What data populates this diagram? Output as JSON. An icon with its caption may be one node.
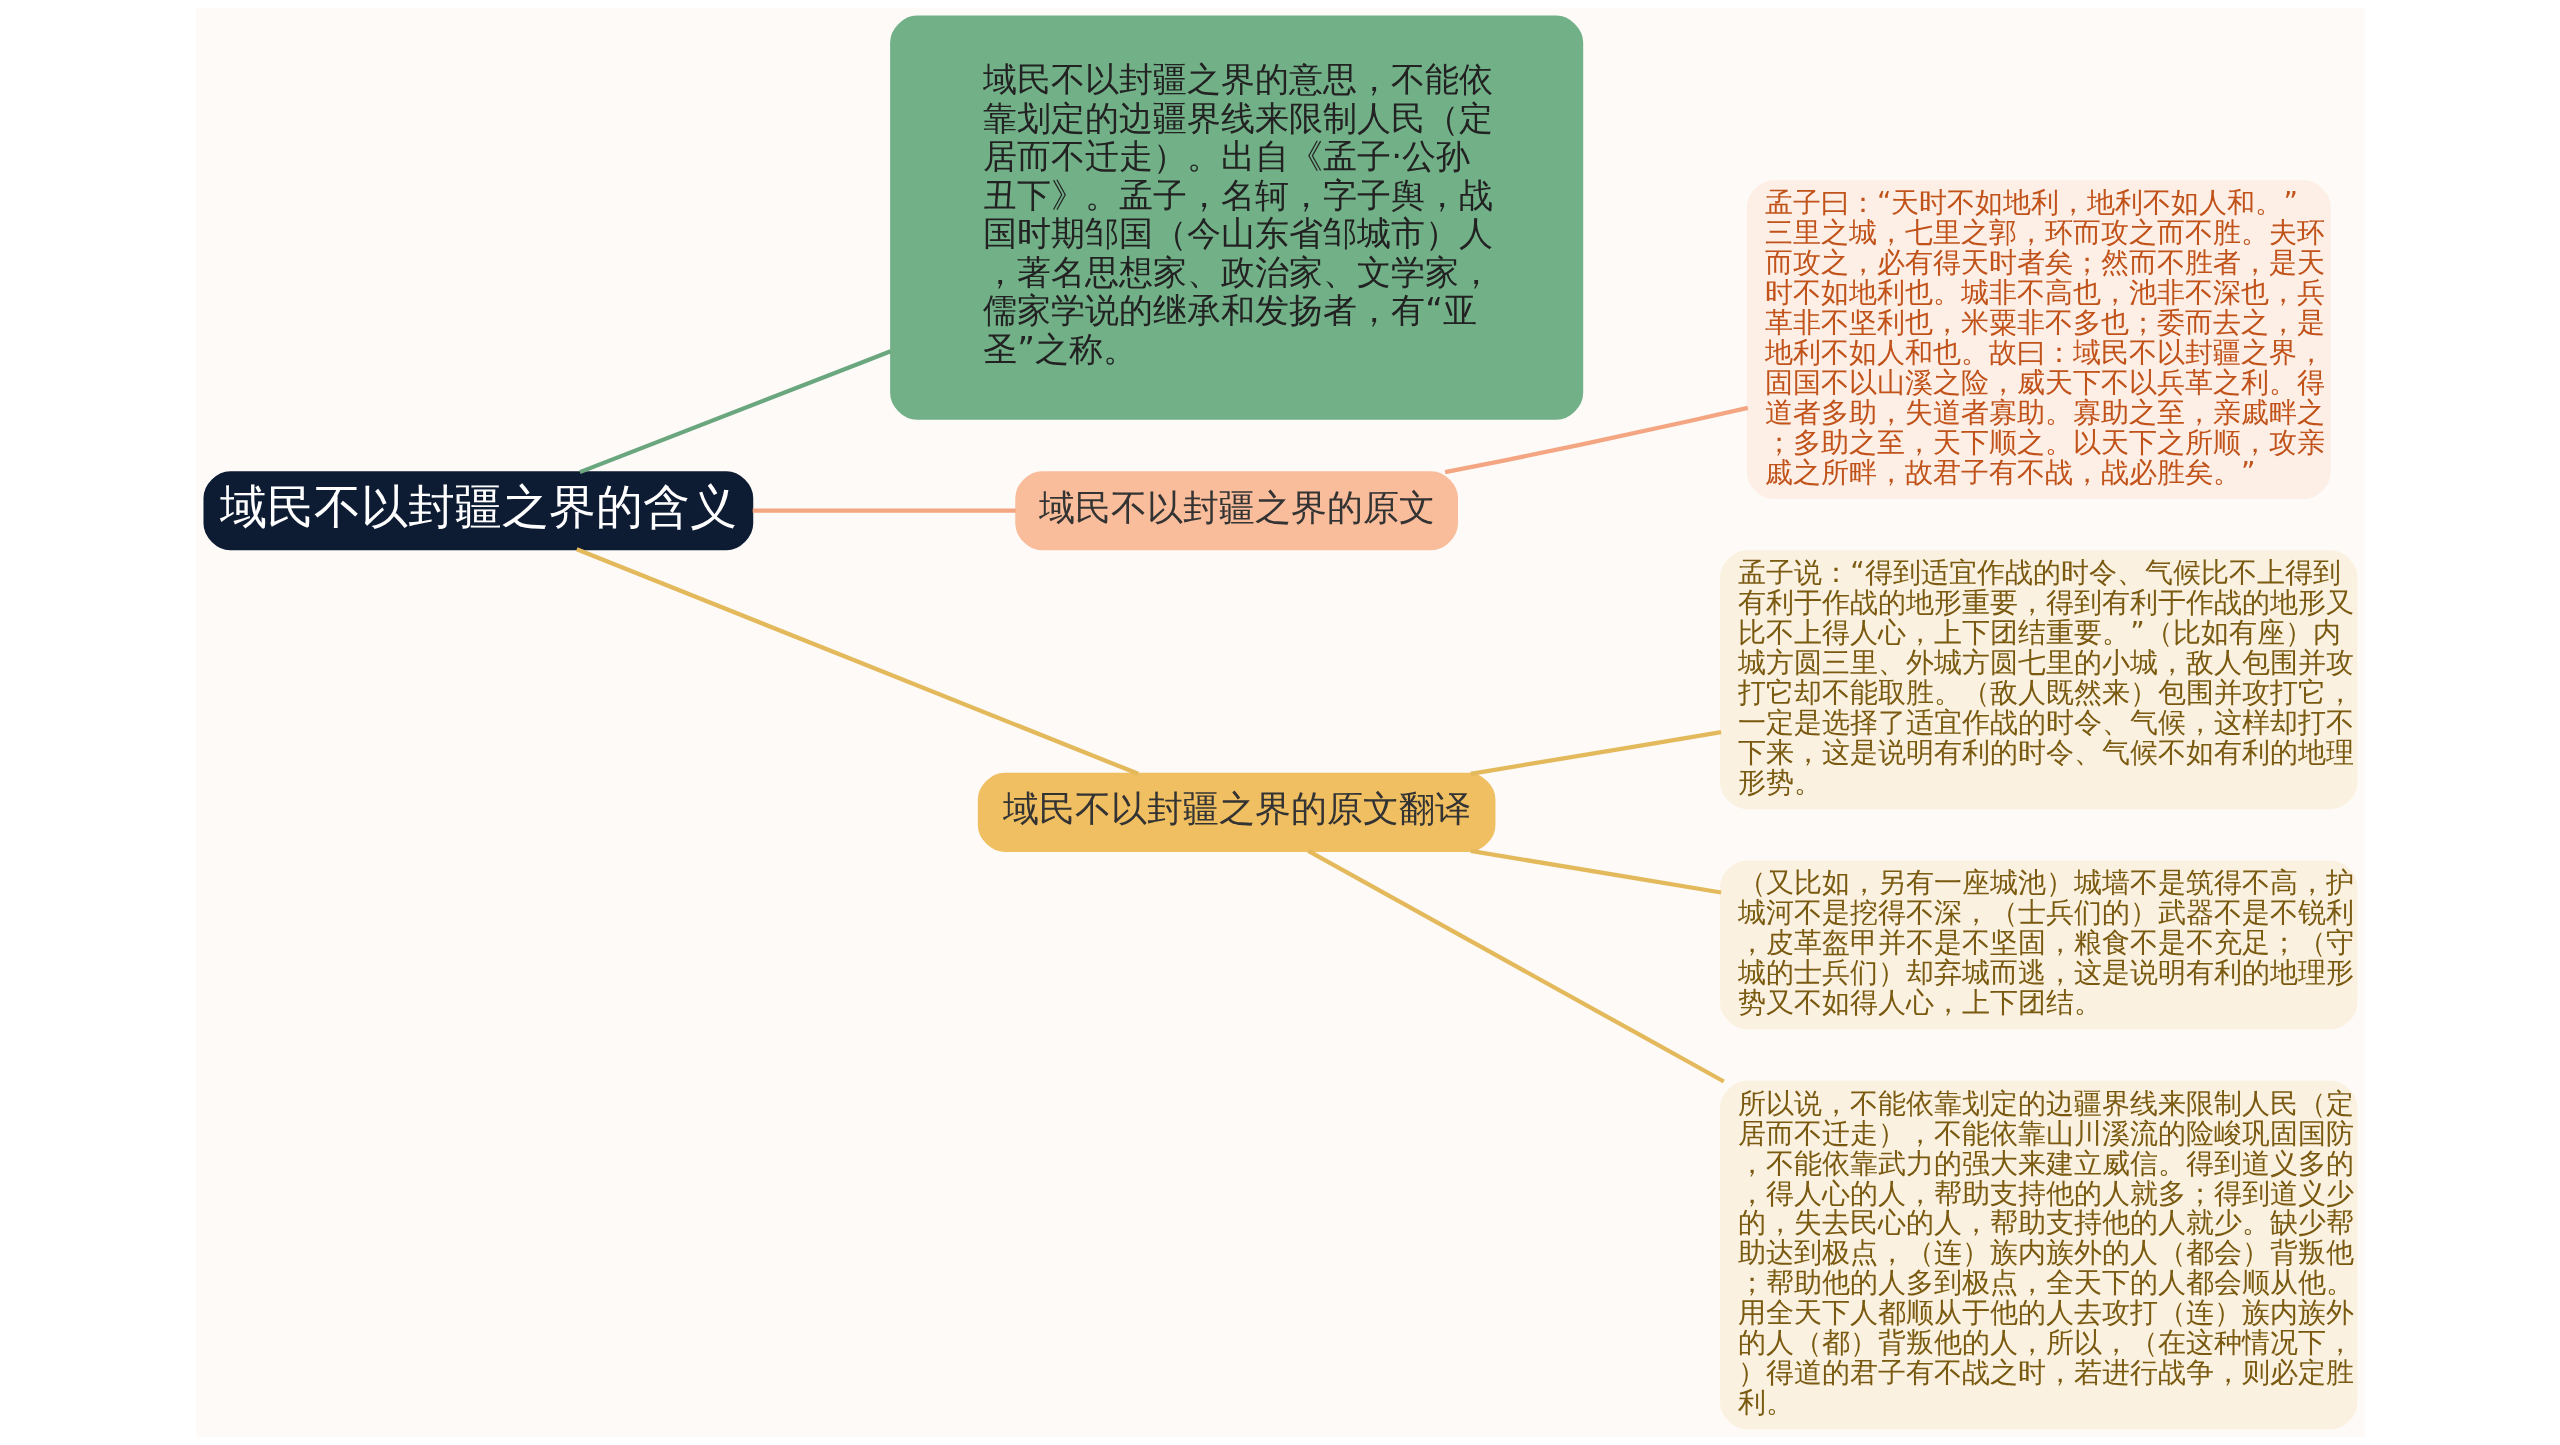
{
  "diagram": {
    "nodes": [
      {
        "text": [
          "域民不以封疆之界的含义"
        ]
      },
      {
        "text": [
          "域民不以封疆之界的意思，不能依靠划定的边疆界线来限制人民（定居而不迁走）。出自《孟子·公孙丑下》。孟子，名轲，字子舆，战国时期邹国（今山东省邹城市）人，著名思想家、政治家、文学家，儒家学说的继承和发扬者，有“亚圣”之称。"
        ]
      },
      {
        "text": [
          "域民不以封疆之界的原文"
        ]
      },
      {
        "text": [
          "孟子曰：“天时不如地利，地利不如人和。”三里之城，七里之郭，环而攻之而不胜。夫环而攻之，必有得天时者矣；然而不胜者，是天时不如地利也。城非不高也，池非不深也，兵革非不坚利也，米粟非不多也；委而去之，是地利不如人和也。故曰：域民不以封疆之界，固国不以山溪之险，威天下不以兵革之利。得道者多助，失道者寡助。寡助之至，亲戚畔之；多助之至，天下顺之。以天下之所顺，攻亲戚之所畔，故君子有不战，战必胜矣。”"
        ]
      },
      {
        "text": [
          "域民不以封疆之界的原文翻译"
        ]
      },
      {
        "text": [
          "孟子说：“得到适宜作战的时令、气候比不上得到有利于作战的地形重要，得到有利于作战的地形又比不上得人心，上下团结重要。”（比如有座）内城方圆三里、外城方圆七里的小城，敌人包围并攻打它却不能取胜。（敌人既然来）包围并攻打它，一定是选择了适宜作战的时令、气候，这样却打不下来，这是说明有利的时令、气候不如有利的地理形势。"
        ]
      },
      {
        "text": [
          "（又比如，另有一座城池）城墙不是筑得不高，护城河不是挖得不深，（士兵们的）武器不是不锐利，皮革盔甲并不是不坚固，粮食不是不充足；（守城的士兵们）却弃城而逃，这是说明有利的地理形势又不如得人心，上下团结。"
        ]
      },
      {
        "text": [
          "所以说，不能依靠划定的边疆界线来限制人民（定居而不迁走），不能依靠山川溪流的险峻巩固国防，不能依靠武力的强大来建立威信。得到道义多的，得人心的人，帮助支持他的人就多；得到道义少的，失去民心的人，帮助支持他的人就少。缺少帮助达到极点，（连）族内族外的人（都会）背叛他；帮助他的人多到极点，全天下的人都会顺从他。用全天下人都顺从于他的人去攻打（连）族内族外的人（都）背叛他的人，所以，（在这种情况下，）得道的君子有不战之时，若进行战争，则必定胜利。"
        ]
      }
    ],
    "edges": [
      {
        "from": 0,
        "to": 1,
        "arrow": "none",
        "color": "#6aa67e"
      },
      {
        "from": 0,
        "to": 2,
        "arrow": "none",
        "color": "#f4a582"
      },
      {
        "from": 2,
        "to": 3,
        "arrow": "none",
        "color": "#f4a582"
      },
      {
        "from": 0,
        "to": 4,
        "arrow": "none"
      },
      {
        "from": 4,
        "to": 5,
        "arrow": "none"
      },
      {
        "from": 4,
        "to": 6,
        "arrow": "none"
      },
      {
        "from": 4,
        "to": 7,
        "arrow": "none"
      }
    ]
  }
}
